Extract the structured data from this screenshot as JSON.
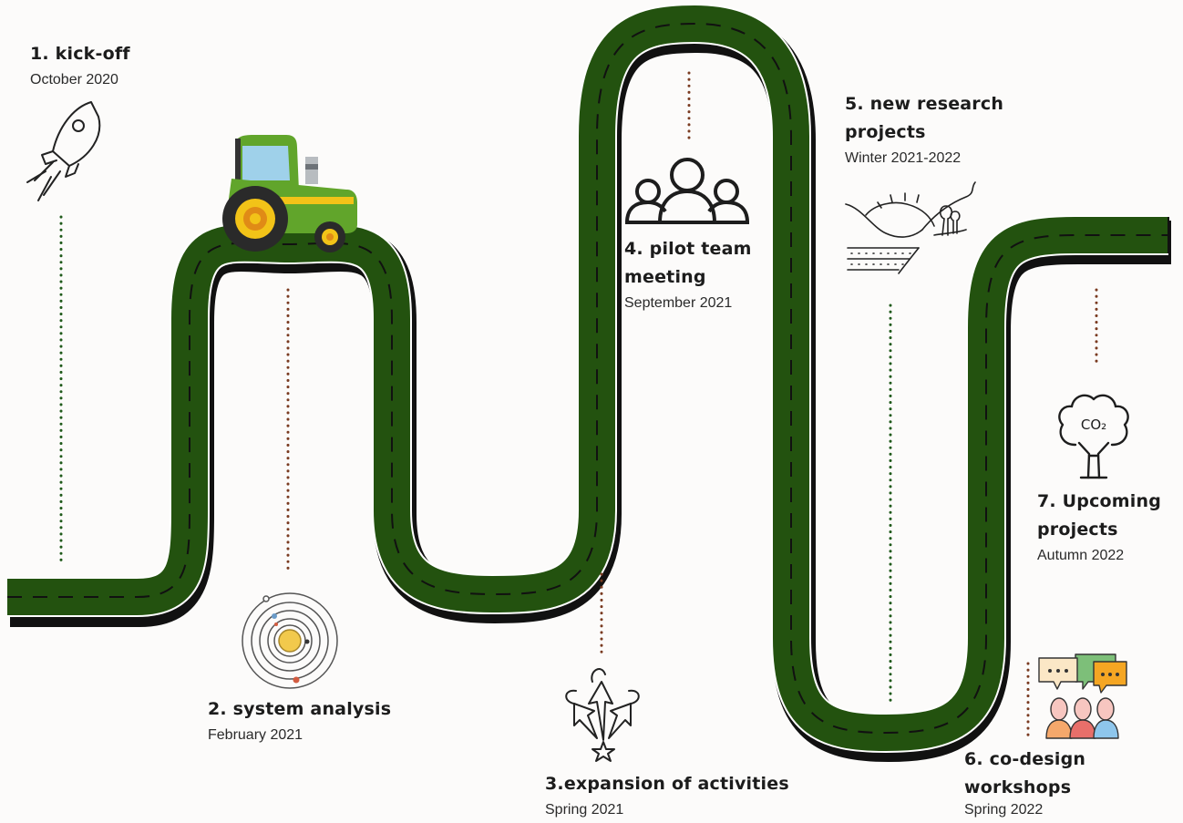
{
  "colors": {
    "road": "#23520f",
    "road_edge": "#1a1a1a",
    "lane_marks": "#111111",
    "dot_green": "#1f5a1a",
    "dot_brown": "#7a3b21",
    "icon_stroke": "#222222"
  },
  "milestones": [
    {
      "title": "1. kick-off",
      "date": "October 2020",
      "icon": "rocket-icon"
    },
    {
      "title": "2. system analysis",
      "date": "February 2021",
      "icon": "solar-system-icon"
    },
    {
      "title": "3.expansion of activities",
      "date": "Spring 2021",
      "icon": "expansion-arrows-icon"
    },
    {
      "title": "4. pilot team meeting",
      "date": "September 2021",
      "icon": "team-icon"
    },
    {
      "title": "5. new research projects",
      "date": "Winter 2021-2022",
      "icon": "landscape-icon"
    },
    {
      "title": "6. co-design workshops",
      "date": "Spring 2022",
      "icon": "people-chat-icon"
    },
    {
      "title": "7. Upcoming projects",
      "date": "Autumn 2022",
      "icon": "co2-tree-icon"
    }
  ],
  "tree_label": "CO₂",
  "vehicle_icon": "tractor-icon"
}
